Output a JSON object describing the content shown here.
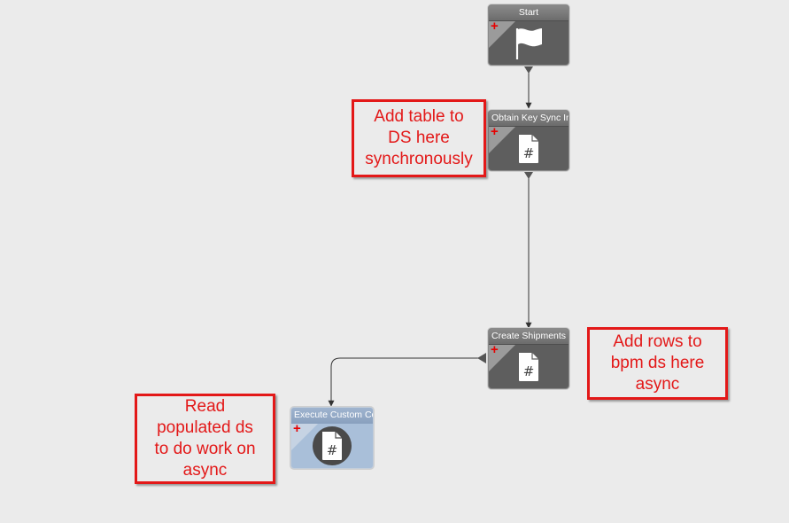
{
  "workflow": {
    "nodes": [
      {
        "id": "start",
        "title": "Start",
        "icon": "flag-icon",
        "marker": "+"
      },
      {
        "id": "obtain",
        "title": "Obtain Key Sync In",
        "icon": "hash-document-icon",
        "marker": "+"
      },
      {
        "id": "create",
        "title": "Create Shipments",
        "icon": "hash-document-icon",
        "marker": "+"
      },
      {
        "id": "execute",
        "title": "Execute Custom Co",
        "icon": "hash-document-icon",
        "marker": "+"
      }
    ],
    "connectors": [
      {
        "from": "start",
        "to": "obtain"
      },
      {
        "from": "obtain",
        "to": "create"
      },
      {
        "from": "create",
        "to": "execute"
      }
    ]
  },
  "callouts": [
    {
      "id": "callout-add-table",
      "text": "Add table to\nDS here\nsynchronously",
      "color": "#e31818"
    },
    {
      "id": "callout-add-rows",
      "text": "Add rows to\nbpm ds here\nasync",
      "color": "#e31818"
    },
    {
      "id": "callout-read-ds",
      "text": "Read\npopulated ds\nto do work on\nasync",
      "color": "#e31818"
    }
  ],
  "colors": {
    "canvas": "#ebebeb",
    "node_dark": "#5e5e5e",
    "node_selected": "#a9bfd9",
    "annotation": "#e31818"
  }
}
